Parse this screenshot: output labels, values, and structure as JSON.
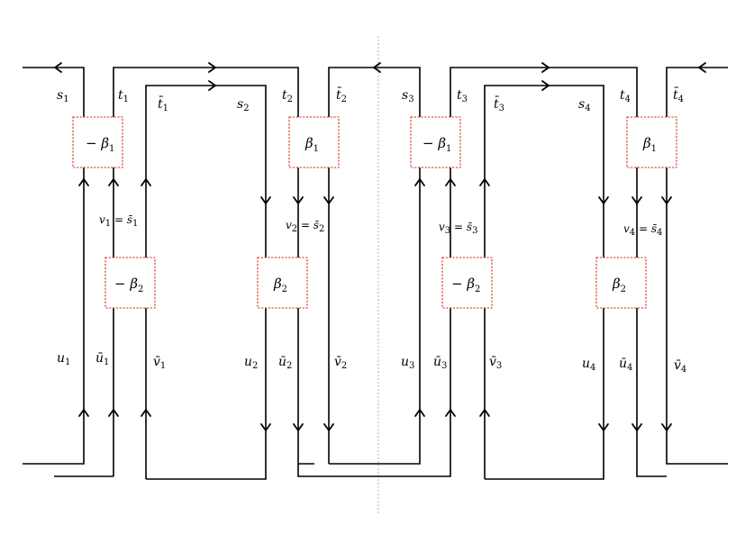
{
  "labels": {
    "s1": "s",
    "s1_sub": "1",
    "t1": "t",
    "t1_sub": "1",
    "tbar1": "t̄",
    "tbar1_sub": "1",
    "s2": "s",
    "s2_sub": "2",
    "t2": "t",
    "t2_sub": "2",
    "tbar2": "t̄",
    "tbar2_sub": "2",
    "s3": "s",
    "s3_sub": "3",
    "t3": "t",
    "t3_sub": "3",
    "tbar3": "t̄",
    "tbar3_sub": "3",
    "s4": "s",
    "s4_sub": "4",
    "t4": "t",
    "t4_sub": "4",
    "tbar4": "t̄",
    "tbar4_sub": "4",
    "v1eq": "v",
    "v1eq_sub": "1",
    "v1eq_mid": " = s̄",
    "v1eq_sub2": "1",
    "v2eq": "v",
    "v2eq_sub": "2",
    "v2eq_mid": " = s̄",
    "v2eq_sub2": "2",
    "v3eq": "v",
    "v3eq_sub": "3",
    "v3eq_mid": " = s̄",
    "v3eq_sub2": "3",
    "v4eq": "v",
    "v4eq_sub": "4",
    "v4eq_mid": " = s̄",
    "v4eq_sub2": "4",
    "u1": "u",
    "u1_sub": "1",
    "ubar1": "ū",
    "ubar1_sub": "1",
    "vbar1": "v̄",
    "vbar1_sub": "1",
    "u2": "u",
    "u2_sub": "2",
    "ubar2": "ū",
    "ubar2_sub": "2",
    "vbar2": "v̄",
    "vbar2_sub": "2",
    "u3": "u",
    "u3_sub": "3",
    "ubar3": "ū",
    "ubar3_sub": "3",
    "vbar3": "v̄",
    "vbar3_sub": "3",
    "u4": "u",
    "u4_sub": "4",
    "ubar4": "ū",
    "ubar4_sub": "4",
    "vbar4": "v̄",
    "vbar4_sub": "4"
  },
  "boxes": {
    "top1": "− β",
    "top1_sub": "1",
    "top2": "β",
    "top2_sub": "1",
    "top3": "− β",
    "top3_sub": "1",
    "top4": "β",
    "top4_sub": "1",
    "mid1": "− β",
    "mid1_sub": "2",
    "mid2": "β",
    "mid2_sub": "2",
    "mid3": "− β",
    "mid3_sub": "2",
    "mid4": "β",
    "mid4_sub": "2"
  },
  "colors": {
    "wire": "#000000",
    "box_border": "#d42a1a",
    "divider": "#b0b0b0"
  }
}
